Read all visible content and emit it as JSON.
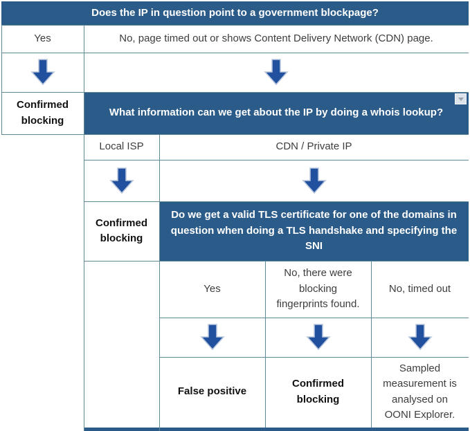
{
  "decision_tree": {
    "q_blockpage": {
      "question": "Does the IP in question point to a government blockpage?",
      "answer_yes": "Yes",
      "answer_no": "No, page timed out or shows Content Delivery Network (CDN) page.",
      "outcome_yes": "Confirmed blocking"
    },
    "q_whois": {
      "question": "What information can we get about the IP by doing a whois lookup?",
      "answer_local_isp": "Local ISP",
      "answer_cdn": "CDN / Private IP",
      "outcome_local_isp": "Confirmed blocking"
    },
    "q_tls": {
      "question": "Do we get a valid TLS certificate for one of the domains in question when doing a TLS handshake and specifying the SNI",
      "answer_yes": "Yes",
      "answer_no_fingerprints": "No, there were blocking fingerprints found.",
      "answer_no_timeout": "No, timed out",
      "outcome_yes": "False positive",
      "outcome_no_fingerprints": "Confirmed blocking",
      "outcome_no_timeout": "Sampled measurement is analysed on OONI Explorer."
    }
  },
  "colors": {
    "header_background": "#2b5b88",
    "arrow_fill": "#21519e",
    "grid_border": "#5e8a96",
    "body_text": "#3d3d3d"
  },
  "icons": {
    "dropdown": "dropdown-arrow-icon",
    "flow_arrow": "down-arrow-icon"
  }
}
